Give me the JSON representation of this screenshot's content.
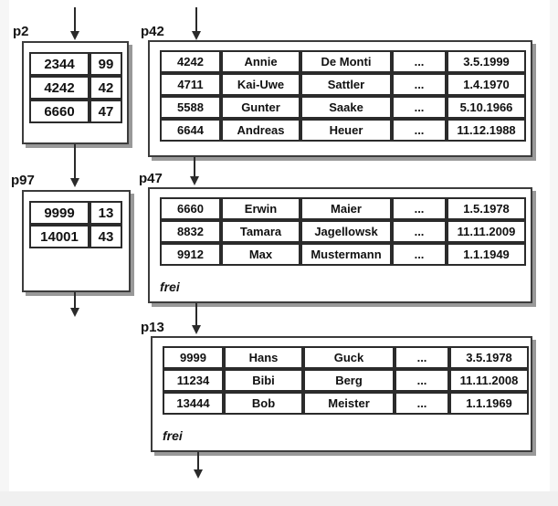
{
  "pages": {
    "p2": {
      "label": "p2",
      "rows": [
        [
          "2344",
          "99"
        ],
        [
          "4242",
          "42"
        ],
        [
          "6660",
          "47"
        ]
      ]
    },
    "p97": {
      "label": "p97",
      "rows": [
        [
          "9999",
          "13"
        ],
        [
          "14001",
          "43"
        ]
      ]
    },
    "p42": {
      "label": "p42",
      "rows": [
        [
          "4242",
          "Annie",
          "De Monti",
          "...",
          "3.5.1999"
        ],
        [
          "4711",
          "Kai-Uwe",
          "Sattler",
          "...",
          "1.4.1970"
        ],
        [
          "5588",
          "Gunter",
          "Saake",
          "...",
          "5.10.1966"
        ],
        [
          "6644",
          "Andreas",
          "Heuer",
          "...",
          "11.12.1988"
        ]
      ]
    },
    "p47": {
      "label": "p47",
      "free_label": "frei",
      "rows": [
        [
          "6660",
          "Erwin",
          "Maier",
          "...",
          "1.5.1978"
        ],
        [
          "8832",
          "Tamara",
          "Jagellowsk",
          "...",
          "11.11.2009"
        ],
        [
          "9912",
          "Max",
          "Mustermann",
          "...",
          "1.1.1949"
        ]
      ]
    },
    "p13": {
      "label": "p13",
      "free_label": "frei",
      "rows": [
        [
          "9999",
          "Hans",
          "Guck",
          "...",
          "3.5.1978"
        ],
        [
          "11234",
          "Bibi",
          "Berg",
          "...",
          "11.11.2008"
        ],
        [
          "13444",
          "Bob",
          "Meister",
          "...",
          "1.1.1969"
        ]
      ]
    }
  },
  "colors": {
    "box_border": "#3c3c3c",
    "cell_border": "#2b2b2b",
    "shadow": "#999999",
    "arrow": "#2a2a2a",
    "background": "#ffffff",
    "edge_strip": "#f2f2f2"
  }
}
